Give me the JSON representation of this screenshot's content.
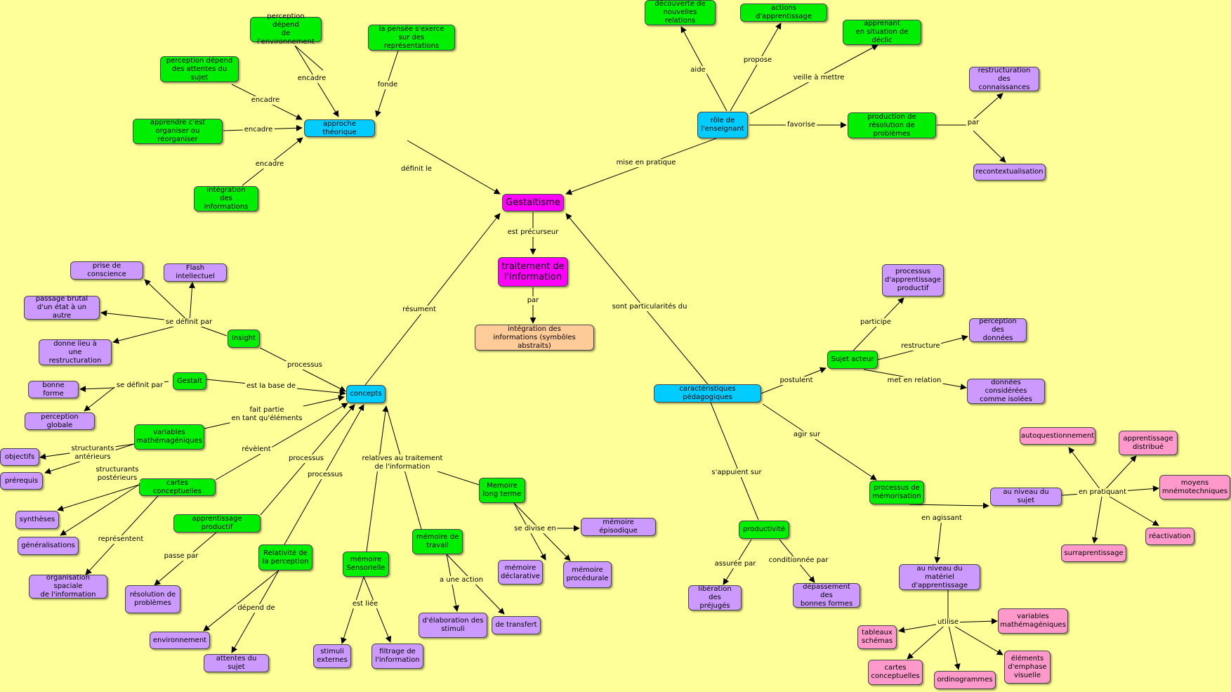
{
  "colors": {
    "background": "#ffff99",
    "concept_green": "#00ee00",
    "concept_blue": "#00ccff",
    "concept_violet": "#cc99ff",
    "concept_magenta": "#ff00ff",
    "concept_orange": "#ffcc99",
    "concept_pink": "#ff99cc"
  },
  "nodes": {
    "gestaltisme": "Gestaltisme",
    "traitement": "traitement de\nl'information",
    "integration_symboles": "intégration des\ninformations (symbôles abstraits)",
    "approche": "approche théorique",
    "perc_env": "perception dépend\nde l'environnement",
    "pensee": "la pensée s'exerce\nsur des représentations",
    "perc_attentes": "perception dépend\ndes attentes du sujet",
    "apprendre": "apprendre c'est\norganiser ou réorganiser",
    "integration_info": "intégration\ndes informations",
    "role": "rôle de\nl'enseignant",
    "decouverte": "découverte de\nnouvelles relations",
    "actions": "actions d'apprentissage",
    "apprenant": "apprenant\nen situation de déclic",
    "production": "production de\nrésolution de problèmes",
    "restructuration": "restructuration\ndes connaissances",
    "recontext": "recontextualisation",
    "concepts": "concepts",
    "insight": "Insight",
    "prise": "prise de conscience",
    "flash": "Flash intellectuel",
    "passage": "passage brutal\nd'un état à un autre",
    "donne_lieu": "donne lieu à\nune restructuration",
    "gestalt": "Gestalt",
    "bonne_forme": "bonne forme",
    "perc_globale": "perception globale",
    "variables": "variables\nmathémagéniques",
    "objectifs": "objectifs",
    "prerequis": "prérequis",
    "cartes": "cartes conceptuelles",
    "syntheses": "synthèses",
    "generalisations": "généralisations",
    "organisation": "organisation spaciale\nde l'information",
    "appr_productif": "apprentissage productif",
    "resolution": "résolution de\nproblèmes",
    "relativite": "Relativité de\nla perception",
    "environnement": "environnement",
    "attentes": "attentes du sujet",
    "mem_sens": "mémoire\nSensorielle",
    "stimuli": "stimuli\nexternes",
    "filtrage": "filtrage de\nl'information",
    "mem_travail": "mémoire de\ntravail",
    "elaboration": "d'élaboration des\nstimuli",
    "transfert": "de transfert",
    "mem_lt": "Memoire\nlong terme",
    "episodique": "mémoire épisodique",
    "declarative": "mémoire\ndéclarative",
    "procedurale": "mémoire\nprocédurale",
    "caract": "caractéristiques pédagogiques",
    "sujet_acteur": "Sujet acteur",
    "proc_productif": "processus\nd'apprentissage\nproductif",
    "perc_donnees": "perception des\ndonnées",
    "donnees_isolees": "données considérées\ncomme isolées",
    "proc_mem": "processus de\nmémorisation",
    "niveau_sujet": "au niveau du sujet",
    "autoquest": "autoquestionnement",
    "distribue": "apprentissage\ndistribué",
    "moyens": "moyens\nmnémotechniques",
    "reactivation": "réactivation",
    "surappr": "surraprentissage",
    "niveau_materiel": "au niveau du matériel\nd'apprentissage",
    "tableaux": "tableaux\nschémas",
    "variables_pink": "variables\nmathémagéniques",
    "cartes_pink": "cartes\nconceptuelles",
    "ordinogrammes": "ordinogrammes",
    "emphase": "éléments\nd'emphase\nvisuelle",
    "productivite": "productivité",
    "liberation": "libération des\npréjugés",
    "depassement": "dépassement des\nbonnes formes"
  },
  "labels": {
    "defini_le": "définit le",
    "encadre_a": "encadre",
    "fonde": "fonde",
    "encadre_b": "encadre",
    "encadre_c": "encadre",
    "encadre_d": "encadre",
    "mise_en_pratique": "mise en pratique",
    "aide": "aide",
    "propose": "propose",
    "veille": "veille à mettre",
    "favorise": "favorise",
    "par_a": "par",
    "est_precurseur": "est précurseur",
    "par_b": "par",
    "resument": "résument",
    "sont_partic": "sont particularités du",
    "se_definit_a": "se définit par",
    "processus_a": "processus",
    "se_definit_b": "se définit par",
    "est_base": "est la base de",
    "fait_partie": "fait partie\nen tant qu'éléments",
    "struct_ant": "structurants\nantérieurs",
    "struct_post": "structurants\npostérieurs",
    "revelent": "révèlent",
    "processus_b": "processus",
    "processus_c": "processus",
    "representent": "représentent",
    "passe_par": "passe par",
    "depend_de": "dépend de",
    "relatives": "relatives au traitement\nde l'information",
    "est_liee": "est liée",
    "a_une_action": "a une action",
    "se_divise": "se divise en",
    "postulent": "postulent",
    "participe": "participe",
    "restructure": "restructure",
    "met_relation": "met en relation",
    "agir_sur": "agir sur",
    "en_agissant": "en agissant",
    "en_pratiquant": "en pratiquant",
    "utilise": "utilise",
    "appuient": "s'appuient sur",
    "assuree": "assurée par",
    "conditionnee": "conditionnée par"
  }
}
